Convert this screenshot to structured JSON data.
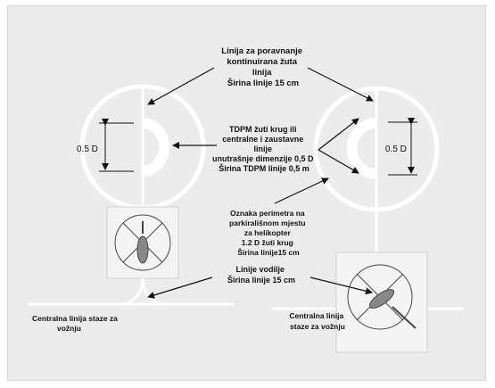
{
  "labels": {
    "alignment_line": [
      "Linija za poravnanje",
      "kontinuirana žuta",
      "linija",
      "Širina linije 15 cm"
    ],
    "tdpm_circle": [
      "TDPM žuti krug ili",
      "centralne i zaustavne",
      "linije",
      "unutrašnje dimenzije 0,5 D",
      "Širina TDPM linije  0,5 m"
    ],
    "perimeter": [
      "Oznaka perimetra na",
      "parkirališnom mjestu",
      "za helikopter",
      "1.2 D žuti krug",
      "Širina linije15 cm"
    ],
    "lead_in": [
      "Linije vodilje",
      "Širina linije 15 cm"
    ],
    "taxi_left": [
      "Centralna linija staze za",
      "vožnju"
    ],
    "taxi_right": [
      "Centralna linija",
      "staze za vožnju"
    ],
    "dim_left": "0.5 D",
    "dim_right": "0.5 D"
  },
  "colors": {
    "background": "#ececec",
    "marking": "#ffffff",
    "text": "#111111"
  }
}
